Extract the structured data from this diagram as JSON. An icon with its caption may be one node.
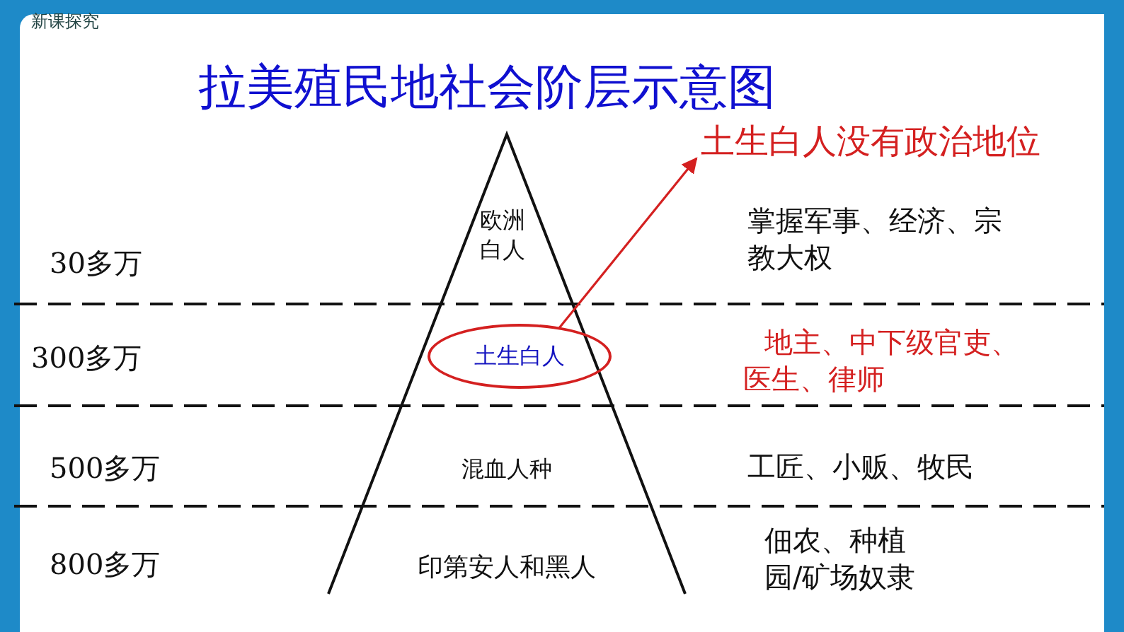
{
  "diagram": {
    "title": "拉美殖民地社会阶层示意图",
    "nodes": [
      {
        "text": [
          "土生白人"
        ]
      },
      {
        "text": [
          "土生白人没有政治地位"
        ]
      }
    ],
    "edges": [
      {
        "from": 0,
        "to": 1,
        "arrow": "to",
        "color": "#d42020"
      }
    ],
    "labels": [
      "新课探究",
      "欧洲白人",
      "掌握军事、经济、宗教大权",
      "30多万",
      "300多万",
      "地主、中下级官吏、医生、律师",
      "500多万",
      "混血人种",
      "工匠、小贩、牧民",
      "800多万",
      "印第安人和黑人",
      "佃农、种植园/矿场奴隶"
    ]
  }
}
